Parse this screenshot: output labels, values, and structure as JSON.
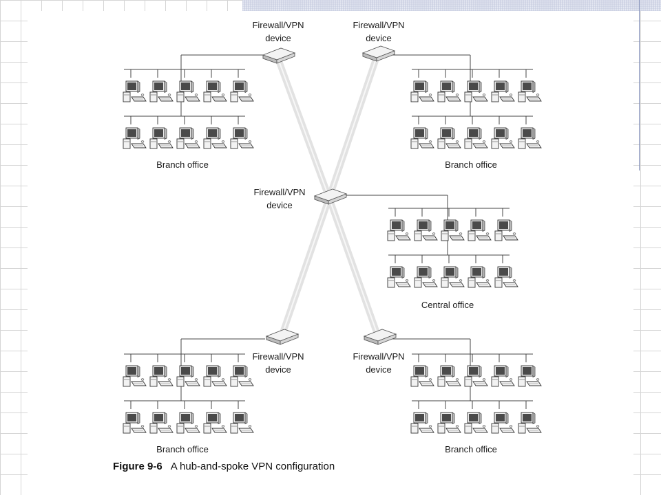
{
  "hub": {
    "label": "Firewall/VPN\ndevice"
  },
  "central_office": {
    "label": "Central office"
  },
  "branches": [
    {
      "device_label": "Firewall/VPN\ndevice",
      "office_label": "Branch office"
    },
    {
      "device_label": "Firewall/VPN\ndevice",
      "office_label": "Branch office"
    },
    {
      "device_label": "Firewall/VPN\ndevice",
      "office_label": "Branch office"
    },
    {
      "device_label": "Firewall/VPN\ndevice",
      "office_label": "Branch office"
    }
  ],
  "caption": {
    "number": "Figure 9-6",
    "text": "A hub-and-spoke VPN configuration"
  }
}
